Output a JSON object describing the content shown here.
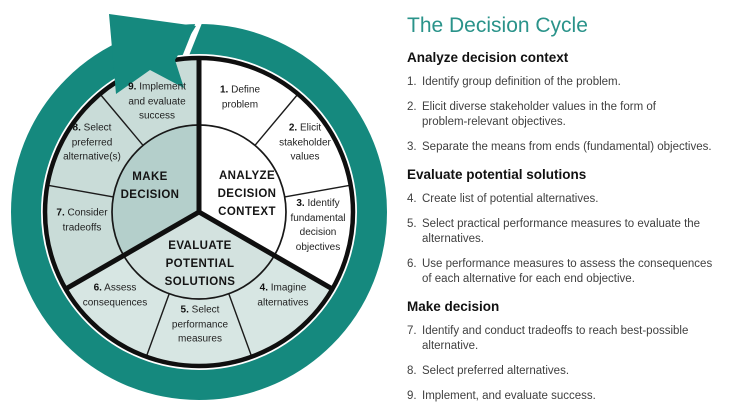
{
  "colors": {
    "ring_teal": "#15897e",
    "title_teal": "#2a938a",
    "sector_analyze": "#ffffff",
    "sector_evaluate": "#d7e6e3",
    "sector_make": "#c9dcd8",
    "hub_evaluate": "#d3e2df",
    "hub_make": "#b4cfcb",
    "outline_black": "#101010"
  },
  "wheel": {
    "hubs": [
      {
        "label": "ANALYZE\nDECISION\nCONTEXT"
      },
      {
        "label": "EVALUATE\nPOTENTIAL\nSOLUTIONS"
      },
      {
        "label": "MAKE\nDECISION"
      }
    ],
    "segments": [
      {
        "num": "1.",
        "label": "Define\nproblem"
      },
      {
        "num": "2.",
        "label": "Elicit\nstakeholder\nvalues"
      },
      {
        "num": "3.",
        "label": "Identify\nfundamental\ndecision\nobjectives"
      },
      {
        "num": "4.",
        "label": "Imagine\nalternatives"
      },
      {
        "num": "5.",
        "label": "Select\nperformance\nmeasures"
      },
      {
        "num": "6.",
        "label": "Assess\nconsequences"
      },
      {
        "num": "7.",
        "label": "Consider\ntradeoffs"
      },
      {
        "num": "8.",
        "label": "Select\npreferred\nalternative(s)"
      },
      {
        "num": "9.",
        "label": "Implement\nand evaluate\nsuccess"
      }
    ]
  },
  "panel": {
    "title": "The Decision Cycle",
    "sections": [
      {
        "heading": "Analyze decision context",
        "items": [
          {
            "num": "1.",
            "text": "Identify group definition of the problem."
          },
          {
            "num": "2.",
            "text": "Elicit diverse stakeholder values in the form of\nproblem-relevant objectives."
          },
          {
            "num": "3.",
            "text": "Separate the means from ends (fundamental) objectives."
          }
        ]
      },
      {
        "heading": "Evaluate potential solutions",
        "items": [
          {
            "num": "4.",
            "text": "Create list of potential alternatives."
          },
          {
            "num": "5.",
            "text": "Select practical performance measures to evaluate the\nalternatives."
          },
          {
            "num": "6.",
            "text": "Use performance measures to assess the consequences\nof each alternative for each end objective."
          }
        ]
      },
      {
        "heading": "Make decision",
        "items": [
          {
            "num": "7.",
            "text": "Identify and conduct tradeoffs to reach best-possible\nalternative."
          },
          {
            "num": "8.",
            "text": "Select preferred alternatives."
          },
          {
            "num": "9.",
            "text": "Implement, and evaluate success."
          }
        ]
      }
    ]
  }
}
